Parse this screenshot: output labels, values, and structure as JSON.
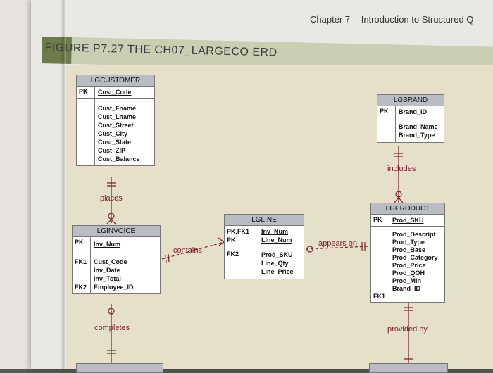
{
  "header": {
    "chapter": "Chapter 7",
    "title": "Introduction to Structured Q"
  },
  "figure": {
    "title": "FIGURE P7.27 THE CH07_LARGECO ERD"
  },
  "entities": {
    "lgcustomer": {
      "title": "LGCUSTOMER",
      "pk_label": "PK",
      "pk_attr": "Cust_Code",
      "attrs": "Cust_Fname\nCust_Lname\nCust_Street\nCust_City\nCust_State\nCust_ZIP\nCust_Balance"
    },
    "lginvoice": {
      "title": "LGINVOICE",
      "pk_label": "PK",
      "pk_attr": "Inv_Num",
      "fk_labels": "FK1\n\n\nFK2",
      "attrs": "Cust_Code\nInv_Date\nInv_Total\nEmployee_ID"
    },
    "lgline": {
      "title": "LGLINE",
      "pk_labels": "PK,FK1\nPK",
      "pk_attr1": "Inv_Num",
      "pk_attr2": "Line_Num",
      "fk_label": "FK2",
      "attrs": "Prod_SKU\nLine_Qty\nLine_Price"
    },
    "lgbrand": {
      "title": "LGBRAND",
      "pk_label": "PK",
      "pk_attr": "Brand_ID",
      "attrs": "Brand_Name\nBrand_Type"
    },
    "lgproduct": {
      "title": "LGPRODUCT",
      "pk_label": "PK",
      "pk_attr": "Prod_SKU",
      "fk_labels": "\n\n\n\n\n\n\n\nFK1",
      "attrs": "Prod_Descript\nProd_Type\nProd_Base\nProd_Category\nProd_Price\nProd_QOH\nProd_Min\nBrand_ID"
    }
  },
  "relationships": {
    "places": "places",
    "contains": "contains",
    "appears_on": "appears on",
    "includes": "includes",
    "completes": "completes",
    "provided_by": "provided by"
  }
}
